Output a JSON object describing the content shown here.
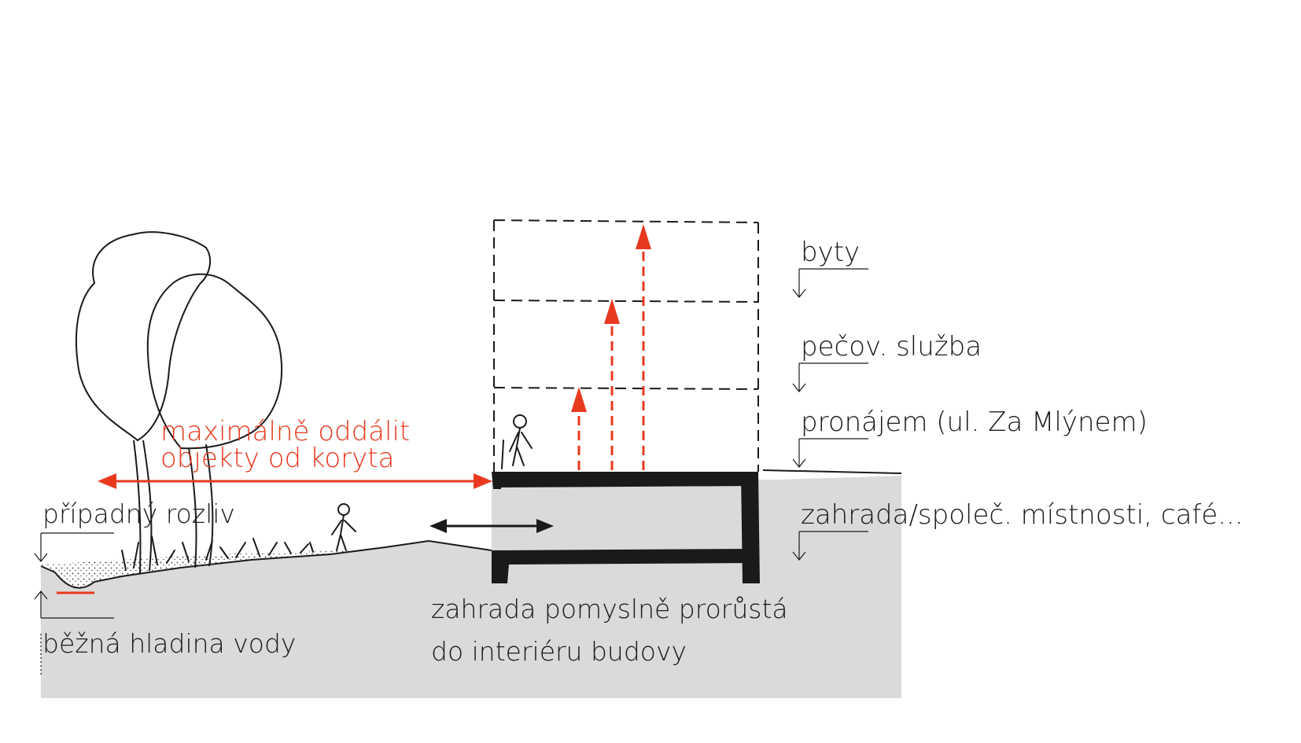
{
  "labels": {
    "floor_top": "byty",
    "floor_mid": "pečov. služba",
    "floor_ground": "pronájem (ul. Za Mlýnem)",
    "floor_basement": "zahrada/společ. místnosti, café...",
    "flood": "případný rozliv",
    "water": "běžná hladina vody",
    "garden_line1": "zahrada pomyslně prorůstá",
    "garden_line2": "do interiéru budovy",
    "distance_line1": "maximálně oddálit",
    "distance_line2": "objekty od koryta"
  },
  "colors": {
    "accent": "#e8391f",
    "ground": "#dadada",
    "ink": "#1a1a1a"
  },
  "icons": [
    "tree-icon",
    "person-icon",
    "arrow-up-icon",
    "double-arrow-icon",
    "level-marker-icon"
  ]
}
